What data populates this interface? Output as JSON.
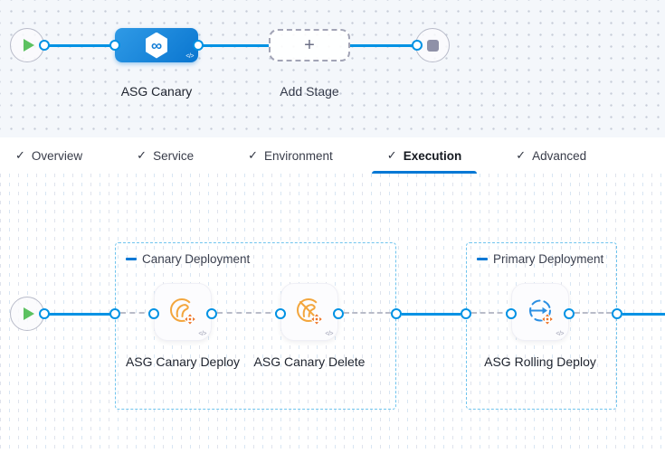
{
  "stage_pipeline": {
    "stage_name": "ASG Canary",
    "add_stage_label": "Add Stage",
    "plus_glyph": "+",
    "infinity_glyph": "∞",
    "code_glyph": "</>"
  },
  "tabs": {
    "check_glyph": "✓",
    "active_tab": "Execution",
    "items": [
      {
        "label": "Overview"
      },
      {
        "label": "Service"
      },
      {
        "label": "Environment"
      },
      {
        "label": "Execution"
      },
      {
        "label": "Advanced"
      }
    ]
  },
  "execution": {
    "code_glyph": "</>",
    "groups": [
      {
        "title": "Canary Deployment",
        "steps": [
          {
            "name": "ASG Canary Deploy"
          },
          {
            "name": "ASG Canary Delete"
          }
        ]
      },
      {
        "title": "Primary Deployment",
        "steps": [
          {
            "name": "ASG Rolling Deploy"
          }
        ]
      }
    ]
  },
  "colors": {
    "accent_blue": "#0278d5",
    "connector_blue": "#0092e4",
    "group_border_blue": "#6fc4ee",
    "step_icon_orange": "#f3a63d",
    "step_icon_orange_dark": "#ed7224",
    "rolling_icon_blue": "#2b8fe3",
    "play_green": "#5cc160"
  }
}
